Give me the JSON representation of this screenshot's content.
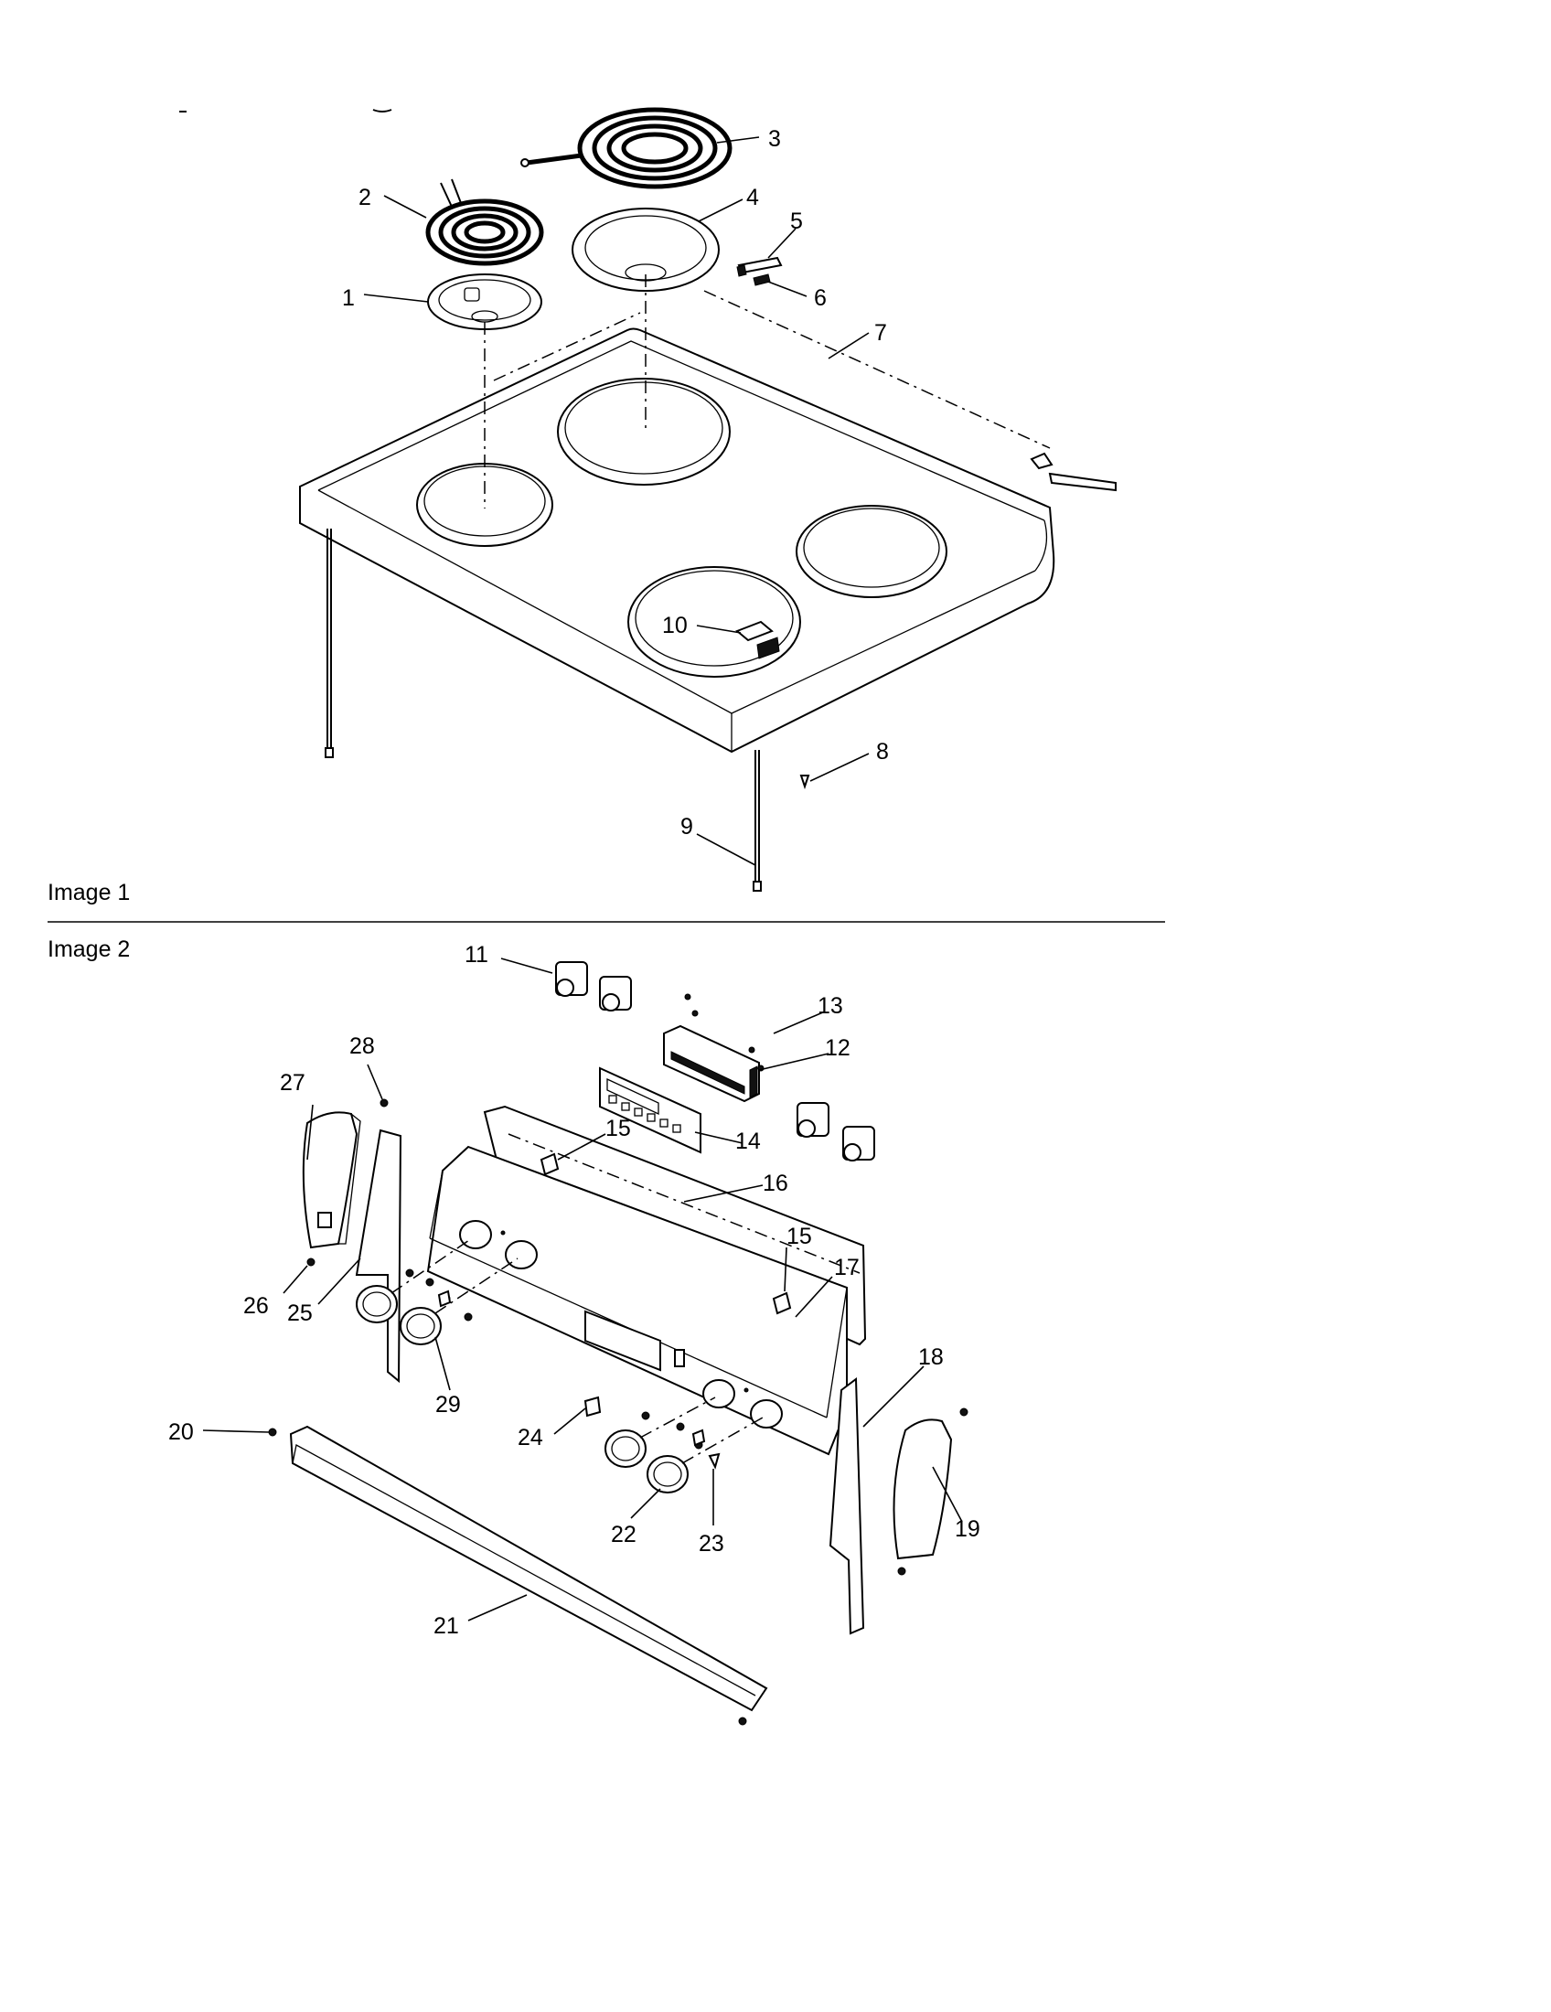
{
  "captions": {
    "image1": "Image 1",
    "image2": "Image 2"
  },
  "callouts": {
    "c1": "1",
    "c2": "2",
    "c3": "3",
    "c4": "4",
    "c5": "5",
    "c6": "6",
    "c7": "7",
    "c8": "8",
    "c9": "9",
    "c10": "10",
    "c11": "11",
    "c12": "12",
    "c13": "13",
    "c14": "14",
    "c15a": "15",
    "c15b": "15",
    "c16": "16",
    "c17": "17",
    "c18": "18",
    "c19": "19",
    "c20": "20",
    "c21": "21",
    "c22": "22",
    "c23": "23",
    "c24": "24",
    "c25": "25",
    "c26": "26",
    "c27": "27",
    "c28": "28",
    "c29": "29"
  }
}
